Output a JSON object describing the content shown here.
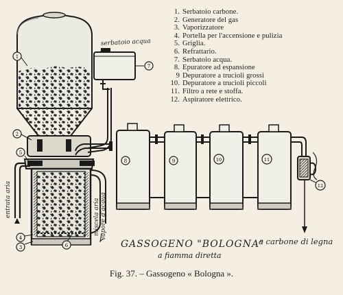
{
  "legend": [
    {
      "num": "1.",
      "text": "Serbatoio carbone."
    },
    {
      "num": "2.",
      "text": "Generatore del gas"
    },
    {
      "num": "3.",
      "text": "Vaporizzatore"
    },
    {
      "num": "4.",
      "text": "Portella per l'accensione e pulizia"
    },
    {
      "num": "5.",
      "text": "Griglia."
    },
    {
      "num": "6.",
      "text": "Refrattario."
    },
    {
      "num": "7.",
      "text": "Serbatoio acqua."
    },
    {
      "num": "8.",
      "text": "Epuratore ad espansione"
    },
    {
      "num": "9",
      "text": "Depuratore a trucioli grossi"
    },
    {
      "num": "10.",
      "text": "Depuratore a trucioli piccoli"
    },
    {
      "num": "11.",
      "text": "Filtro a rete e stoffa."
    },
    {
      "num": "12.",
      "text": "Aspiratore elettrico."
    }
  ],
  "labels": {
    "water_tank": "serbatoio acqua",
    "air_inlet": "entrata aria",
    "mixture": "miscela aria",
    "steam": "vapore d'acqua",
    "title_main": "GASSOGENO \"BOLOGNA\"",
    "title_sub": "a fiamma diretta",
    "title_right": "a carbone di legna"
  },
  "callouts": [
    "1",
    "2",
    "3",
    "4",
    "5",
    "6",
    "7",
    "8",
    "9",
    "10",
    "11",
    "12"
  ],
  "caption": {
    "fig": "Fig. 37.",
    "dash": "–",
    "text": "Gassogeno « Bologna »."
  }
}
